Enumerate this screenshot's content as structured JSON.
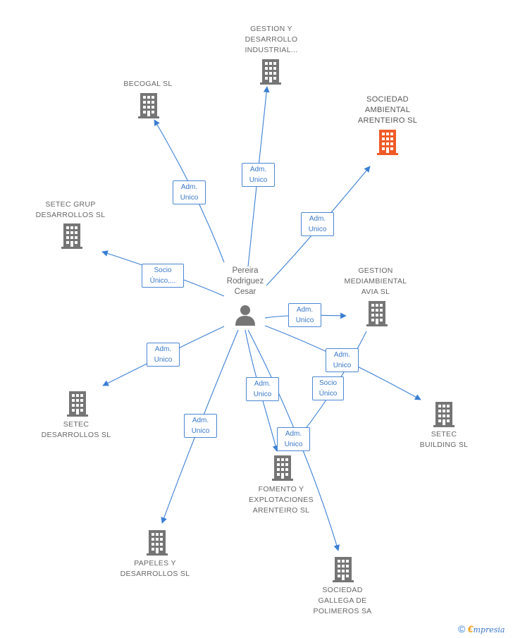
{
  "center": {
    "name": "Pereira\nRodriguez\nCesar"
  },
  "companies": {
    "gestion_desarrollo": "GESTION Y\nDESARROLLO\nINDUSTRIAL...",
    "becogal": "BECOGAL SL",
    "sociedad_ambiental": "SOCIEDAD\nAMBIENTAL\nARENTEIRO SL",
    "setec_grup": "SETEC GRUP\nDESARROLLOS SL",
    "gestion_mediambiental": "GESTION\nMEDIAMBIENTAL\nAVIA SL",
    "setec_desarrollos": "SETEC\nDESARROLLOS SL",
    "setec_building": "SETEC\nBUILDING SL",
    "fomento": "FOMENTO Y\nEXPLOTACIONES\nARENTEIRO SL",
    "papeles": "PAPELES Y\nDESARROLLOS SL",
    "sociedad_gallega": "SOCIEDAD\nGALLEGA DE\nPOLIMEROS SA"
  },
  "relations": {
    "to_gestion_desarrollo": "Adm.\nUnico",
    "to_becogal": "Adm.\nUnico",
    "to_sociedad_ambiental": "Adm.\nUnico",
    "to_setec_grup": "Socio\nÚnico,...",
    "to_gestion_mediambiental": "Adm.\nUnico",
    "to_setec_desarrollos": "Adm.\nUnico",
    "to_setec_building": "Adm.\nUnico",
    "to_fomento": "Adm.\nUnico",
    "gestion_to_fomento": "Socio\nÚnico",
    "to_sociedad_gallega": "Adm.\nUnico",
    "to_papeles": "Adm.\nUnico"
  },
  "colors": {
    "edge": "#3b7fd4",
    "building": "#757575",
    "highlight": "#f05a28"
  },
  "footer": {
    "copyright": "©",
    "brand_e": "€",
    "brand_rest": "mpresia"
  }
}
